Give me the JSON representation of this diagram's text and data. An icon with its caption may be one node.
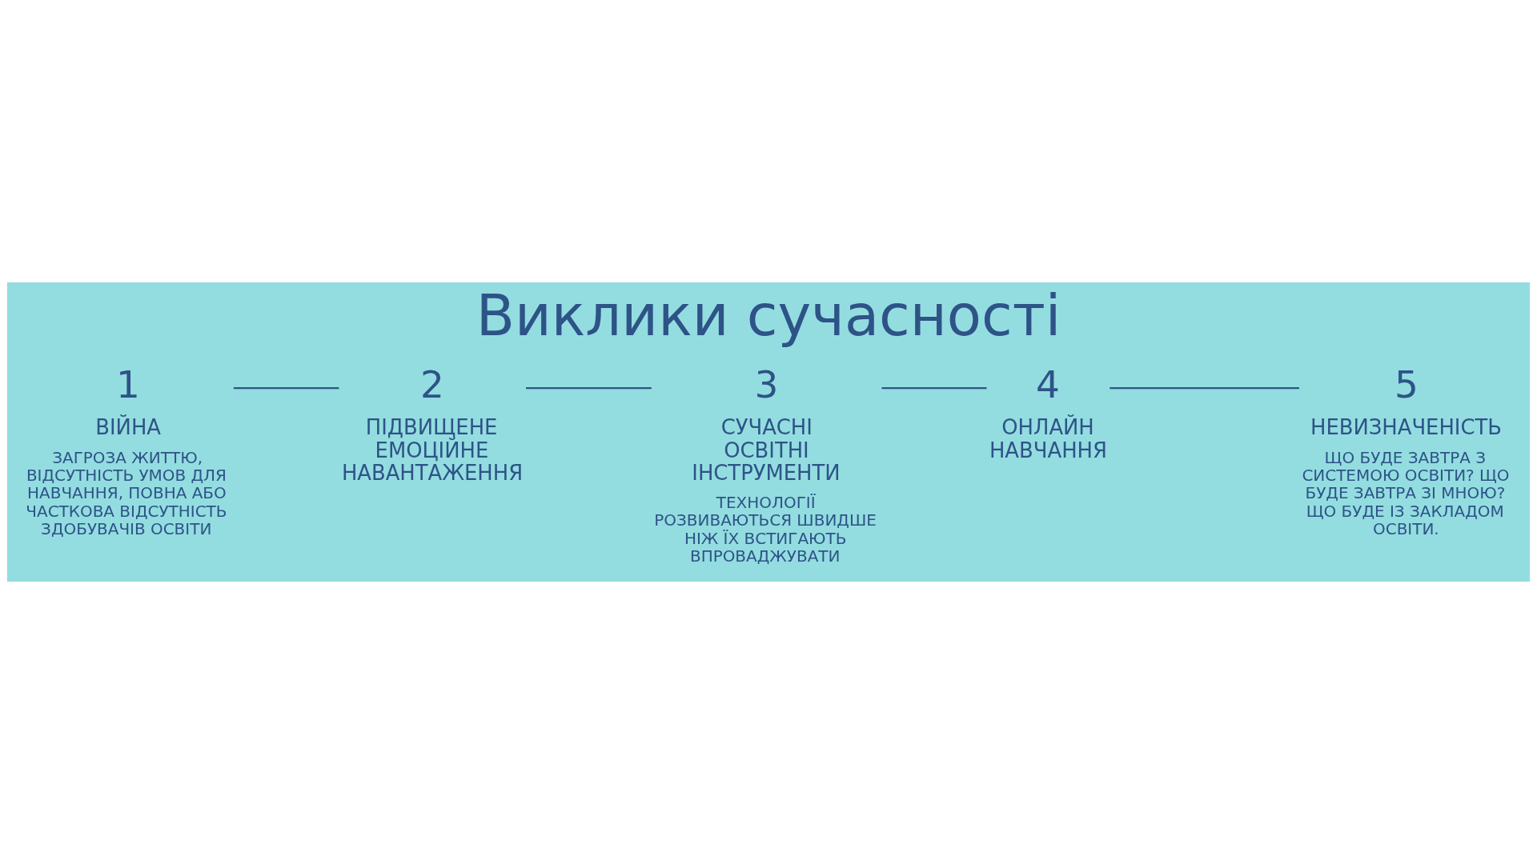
{
  "diagram": {
    "title": "Виклики сучасності",
    "nodes": [
      {
        "text": [
          "1",
          "ВІЙНА",
          "ЗАГРОЗА ЖИТТЮ, ВІДСУТНІСТЬ УМОВ ДЛЯ НАВЧАННЯ, ПОВНА АБО ЧАСТКОВА ВІДСУТНІСТЬ ЗДОБУВАЧІВ ОСВІТИ"
        ]
      },
      {
        "text": [
          "2",
          "ПІДВИЩЕНЕ ЕМОЦІЙНЕ НАВАНТАЖЕННЯ"
        ]
      },
      {
        "text": [
          "3",
          "СУЧАСНІ ОСВІТНІ ІНСТРУМЕНТИ",
          "ТЕХНОЛОГІЇ РОЗВИВАЮТЬСЯ ШВИДШЕ НІЖ ЇХ ВСТИГАЮТЬ ВПРОВАДЖУВАТИ"
        ]
      },
      {
        "text": [
          "4",
          "ОНЛАЙН НАВЧАННЯ"
        ]
      },
      {
        "text": [
          "5",
          "НЕВИЗНАЧЕНІСТЬ",
          "ЩО БУДЕ ЗАВТРА З СИСТЕМОЮ ОСВІТИ? ЩО БУДЕ ЗАВТРА ЗІ МНОЮ? ЩО БУДЕ ІЗ ЗАКЛАДОМ ОСВІТИ."
        ]
      }
    ],
    "edges": [
      {
        "from": 0,
        "to": 1,
        "arrow": "none"
      },
      {
        "from": 1,
        "to": 2,
        "arrow": "none"
      },
      {
        "from": 2,
        "to": 3,
        "arrow": "none"
      },
      {
        "from": 3,
        "to": 4,
        "arrow": "none"
      }
    ]
  }
}
